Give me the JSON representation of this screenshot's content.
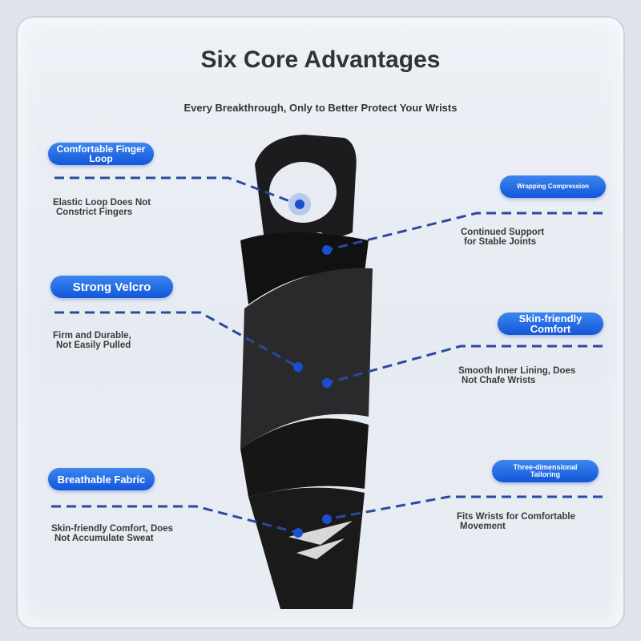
{
  "title": "Six Core Advantages",
  "subtitle": "Every Breakthrough, Only to Better Protect Your Wrists",
  "features": [
    {
      "label": "Comfortable Finger Loop",
      "desc1": "Elastic Loop Does Not",
      "desc2": "Constrict Fingers"
    },
    {
      "label": "Wrapping Compression",
      "desc1": "Continued Support",
      "desc2": "for Stable Joints"
    },
    {
      "label": "Strong Velcro",
      "desc1": "Firm and Durable,",
      "desc2": "Not Easily Pulled"
    },
    {
      "label": "Skin-friendly Comfort",
      "desc1": "Smooth Inner Lining, Does",
      "desc2": "Not Chafe Wrists"
    },
    {
      "label": "Breathable Fabric",
      "desc1": "Skin-friendly Comfort, Does",
      "desc2": "Not Accumulate Sweat"
    },
    {
      "label": "Three-dimensional Tailoring",
      "desc1": "Fits Wrists for Comfortable",
      "desc2": "Movement"
    }
  ],
  "colors": {
    "accent": "#1a5fd8",
    "line": "#2b4a9e",
    "product": "#1c1c1e"
  }
}
